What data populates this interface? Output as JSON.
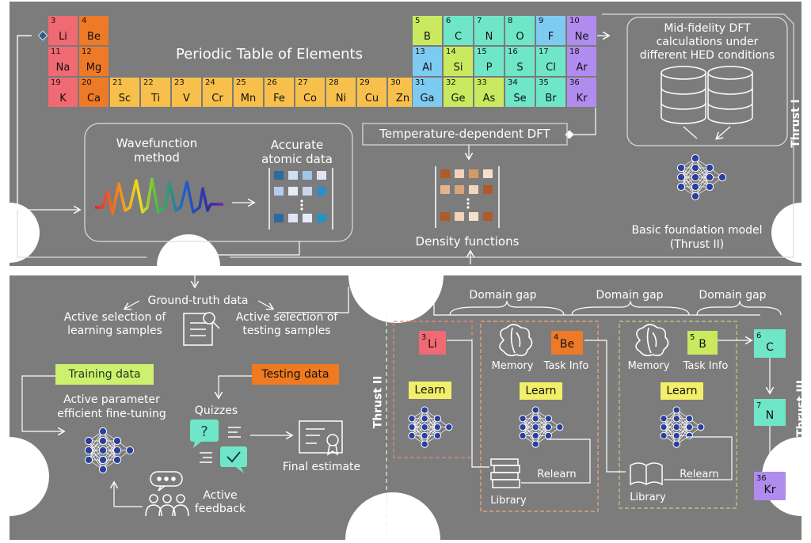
{
  "colors": {
    "panel": "#7c7c7c",
    "alkali": "#f06a73",
    "alkaline": "#ee7a28",
    "transition": "#f7c04c",
    "yellowgreen": "#c9ea5f",
    "teal": "#6fe6c8",
    "blue": "#7ecbf2",
    "purple": "#b08cee",
    "green_label": "#cdf06e",
    "yellow_label": "#f2f06a",
    "orange_label": "#f07a1f"
  },
  "periodic_table": {
    "title": "Periodic Table of Elements",
    "elements": [
      {
        "num": "3",
        "sym": "Li",
        "color": "alkali"
      },
      {
        "num": "4",
        "sym": "Be",
        "color": "alkaline"
      },
      {
        "num": "11",
        "sym": "Na",
        "color": "alkali"
      },
      {
        "num": "12",
        "sym": "Mg",
        "color": "alkaline"
      },
      {
        "num": "19",
        "sym": "K",
        "color": "alkali"
      },
      {
        "num": "20",
        "sym": "Ca",
        "color": "alkaline"
      },
      {
        "num": "21",
        "sym": "Sc",
        "color": "transition"
      },
      {
        "num": "22",
        "sym": "Ti",
        "color": "transition"
      },
      {
        "num": "23",
        "sym": "V",
        "color": "transition"
      },
      {
        "num": "24",
        "sym": "Cr",
        "color": "transition"
      },
      {
        "num": "25",
        "sym": "Mn",
        "color": "transition"
      },
      {
        "num": "26",
        "sym": "Fe",
        "color": "transition"
      },
      {
        "num": "27",
        "sym": "Co",
        "color": "transition"
      },
      {
        "num": "28",
        "sym": "Ni",
        "color": "transition"
      },
      {
        "num": "29",
        "sym": "Cu",
        "color": "transition"
      },
      {
        "num": "30",
        "sym": "Zn",
        "color": "transition"
      },
      {
        "num": "5",
        "sym": "B",
        "color": "yellowgreen"
      },
      {
        "num": "6",
        "sym": "C",
        "color": "teal"
      },
      {
        "num": "7",
        "sym": "N",
        "color": "teal"
      },
      {
        "num": "8",
        "sym": "O",
        "color": "teal"
      },
      {
        "num": "9",
        "sym": "F",
        "color": "blue"
      },
      {
        "num": "10",
        "sym": "Ne",
        "color": "purple"
      },
      {
        "num": "13",
        "sym": "Al",
        "color": "blue"
      },
      {
        "num": "14",
        "sym": "Si",
        "color": "yellowgreen"
      },
      {
        "num": "15",
        "sym": "P",
        "color": "teal"
      },
      {
        "num": "16",
        "sym": "S",
        "color": "teal"
      },
      {
        "num": "17",
        "sym": "Cl",
        "color": "teal"
      },
      {
        "num": "18",
        "sym": "Ar",
        "color": "purple"
      },
      {
        "num": "31",
        "sym": "Ga",
        "color": "blue"
      },
      {
        "num": "32",
        "sym": "Ge",
        "color": "yellowgreen"
      },
      {
        "num": "33",
        "sym": "As",
        "color": "yellowgreen"
      },
      {
        "num": "34",
        "sym": "Se",
        "color": "teal"
      },
      {
        "num": "35",
        "sym": "Br",
        "color": "teal"
      },
      {
        "num": "36",
        "sym": "Kr",
        "color": "purple"
      }
    ]
  },
  "thrust1": {
    "label": "Thrust I",
    "dft_title": "Mid-fidelity DFT calculations under different HED conditions",
    "temp_dft": "Temperature-dependent DFT",
    "wavefunction": "Wavefunction method",
    "accurate_data": "Accurate atomic data",
    "density_functions": "Density functions",
    "foundation_model": "Basic foundation model (Thrust II)"
  },
  "thrust2": {
    "label": "Thrust II",
    "ground_truth": "Ground-truth data",
    "active_learning": "Active selection of learning samples",
    "active_testing": "Active selection of testing samples",
    "training_data": "Training data",
    "testing_data": "Testing data",
    "fine_tuning": "Active parameter efficient fine-tuning",
    "quizzes": "Quizzes",
    "final_estimate": "Final estimate",
    "active_feedback": "Active feedback"
  },
  "thrust3": {
    "label": "Thrust III",
    "domain_gap": "Domain gap",
    "memory": "Memory",
    "task_info": "Task Info",
    "learn": "Learn",
    "relearn": "Relearn",
    "library": "Library",
    "elements": [
      {
        "num": "3",
        "sym": "Li",
        "color": "alkali"
      },
      {
        "num": "4",
        "sym": "Be",
        "color": "alkaline"
      },
      {
        "num": "5",
        "sym": "B",
        "color": "yellowgreen"
      },
      {
        "num": "6",
        "sym": "C",
        "color": "teal"
      },
      {
        "num": "7",
        "sym": "N",
        "color": "teal"
      },
      {
        "num": "36",
        "sym": "Kr",
        "color": "purple"
      }
    ]
  }
}
